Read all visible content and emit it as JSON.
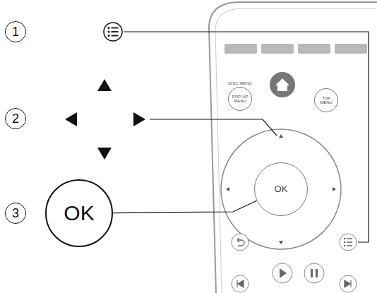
{
  "diagram": {
    "nodes": [
      {
        "text": [
          "1"
        ]
      },
      {
        "text": [
          "2"
        ]
      },
      {
        "text": [
          "3"
        ]
      },
      {
        "text": [
          "OK"
        ]
      },
      {
        "text": [
          "DISC MENU",
          "POP-UP MENU"
        ]
      },
      {
        "text": [
          "TOP MENU"
        ]
      },
      {
        "text": [
          "OK"
        ]
      }
    ],
    "edges": [
      {
        "from": 3,
        "to": 6,
        "arrow": "none"
      }
    ]
  }
}
